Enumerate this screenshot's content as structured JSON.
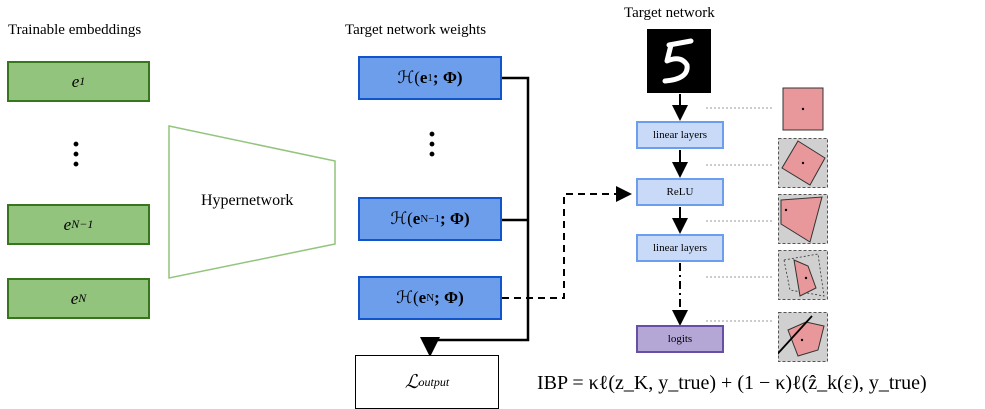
{
  "headings": {
    "trainable_embeddings": "Trainable embeddings",
    "target_network_weights": "Target network weights",
    "target_network": "Target network"
  },
  "embeddings": [
    {
      "base": "e",
      "sub": "1"
    },
    {
      "base": "e",
      "sub": "N−1"
    },
    {
      "base": "e",
      "sub": "N"
    }
  ],
  "hypernetwork_label": "Hypernetwork",
  "weights": [
    {
      "prefix": "ℋ(",
      "vec": "e",
      "sub": "1",
      "suffix": "; Φ)"
    },
    {
      "prefix": "ℋ(",
      "vec": "e",
      "sub": "N−1",
      "suffix": "; Φ)"
    },
    {
      "prefix": "ℋ(",
      "vec": "e",
      "sub": "N",
      "suffix": "; Φ)"
    }
  ],
  "layers": {
    "linear1": "linear layers",
    "relu": "ReLU",
    "linear2": "linear layers",
    "logits": "logits"
  },
  "loss": {
    "base": "ℒ",
    "sub": "output"
  },
  "ibp_formula": "IBP = κℓ(z_K, y_true) + (1 − κ)ℓ(ẑ_k(ε), y_true)",
  "colors": {
    "embedding_fill": "#93c47d",
    "embedding_border": "#38761d",
    "weight_fill": "#6d9eeb",
    "weight_border": "#1155cc",
    "layer_fill": "#c9daf8",
    "logits_fill": "#b4a7d6",
    "polytope_fill": "#e8989a",
    "thumb_bg": "#d0d0d0",
    "hypernetwork_border": "#93c47d"
  }
}
